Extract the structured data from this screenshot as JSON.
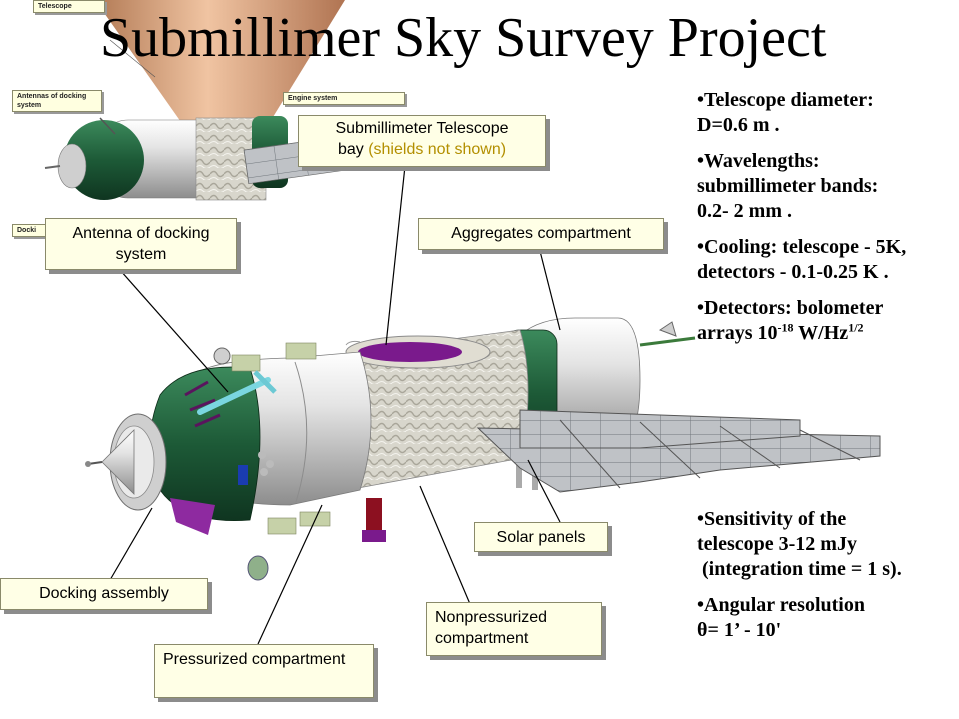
{
  "title": "Submillimer Sky Survey Project",
  "inset_labels": {
    "telescope": "Telescope",
    "antennas": "Antennas of docking system",
    "engine": "Engine system",
    "docking": "Docki"
  },
  "callouts": {
    "telescope_bay_line1": "Submillimeter Telescope",
    "telescope_bay_line2": "bay",
    "telescope_bay_note": "(shields not shown)",
    "antenna": "Antenna of docking system",
    "aggregates": "Aggregates compartment",
    "solar": "Solar panels",
    "docking": "Docking assembly",
    "nonpressurized": "Nonpressurized compartment",
    "pressurized": "Pressurized compartment"
  },
  "specs": {
    "diameter_a": "•Telescope diameter:",
    "diameter_b": "D=0.6 m .",
    "wave_a": "•Wavelengths:",
    "wave_b": "submillimeter bands:",
    "wave_c": "0.2- 2 mm .",
    "cool_a": "•Cooling: telescope - 5K,",
    "cool_b": "detectors - 0.1-0.25 K .",
    "det_a": "•Detectors: bolometer",
    "det_b_pre": "arrays 10",
    "det_b_exp": "-18",
    "det_b_mid": " W/Hz",
    "det_b_exp2": "1/2",
    "sens_a": "•Sensitivity of the",
    "sens_b": "telescope 3-12 mJy",
    "sens_c": " (integration time = 1 s).",
    "ang_a": "•Angular resolution",
    "ang_b": "θ= 1’ - 10'"
  },
  "colors": {
    "accent_note": "#b38f00",
    "hull_green": "#1e5e3a",
    "hull_silver": "#d7d7d7",
    "cone_copper": "#d9a27a",
    "bay_purple": "#7a1a8c"
  }
}
